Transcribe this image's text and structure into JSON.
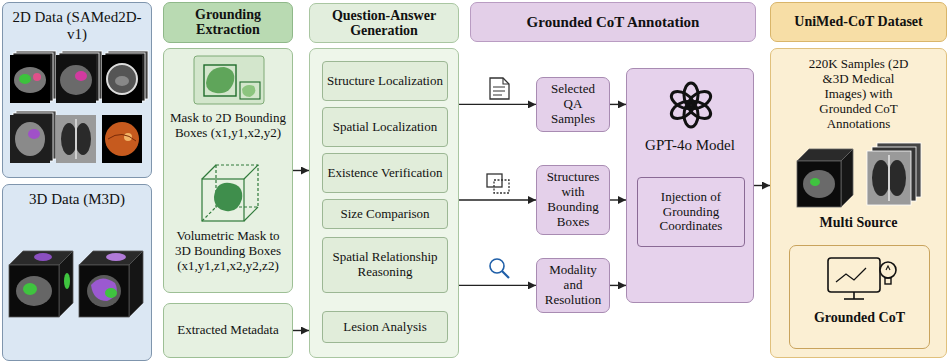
{
  "diagram": {
    "nodes": [
      {
        "text": [
          "2D Data (SAMed2D-v1)"
        ]
      },
      {
        "text": [
          "3D Data (M3D)"
        ]
      },
      {
        "text": [
          "Grounding Extraction"
        ]
      },
      {
        "text": [
          "Mask to 2D Bounding Boxes (x1,y1,x2,y2)",
          "Volumetric Mask to 3D Bounding Boxes (x1,y1,z1,x2,y2,z2)"
        ]
      },
      {
        "text": [
          "Extracted Metadata"
        ]
      },
      {
        "text": [
          "Question-Answer Generation"
        ]
      },
      {
        "text": [
          "Structure Localization"
        ],
        "in": 5
      },
      {
        "text": [
          "Spatial Localization"
        ],
        "in": 5
      },
      {
        "text": [
          "Existence Verification"
        ],
        "in": 5
      },
      {
        "text": [
          "Size Comparison"
        ],
        "in": 5
      },
      {
        "text": [
          "Spatial Relationship Reasoning"
        ],
        "in": 5
      },
      {
        "text": [
          "Lesion Analysis"
        ],
        "in": 5
      },
      {
        "text": [
          "Grounded CoT Annotation"
        ]
      },
      {
        "text": [
          "Selected QA Samples"
        ]
      },
      {
        "text": [
          "Structures with Bounding Boxes"
        ]
      },
      {
        "text": [
          "Modality and Resolution"
        ]
      },
      {
        "text": [
          "GPT-4o Model"
        ]
      },
      {
        "text": [
          "Injection of Grounding Coordinates"
        ],
        "in": 16
      },
      {
        "text": [
          "UniMed-CoT Dataset"
        ]
      },
      {
        "text": [
          "220K Samples (2D &3D Medical Images) with Grounded CoT Annotations",
          "Multi Source"
        ]
      },
      {
        "text": [
          "Grounded CoT"
        ],
        "in": 19
      }
    ],
    "edges": [
      {
        "from": 3,
        "to": 5,
        "arrow": "to"
      },
      {
        "from": 4,
        "to": 5,
        "arrow": "to"
      },
      {
        "from": 5,
        "to": 13,
        "arrow": "to"
      },
      {
        "from": 5,
        "to": 14,
        "arrow": "to"
      },
      {
        "from": 5,
        "to": 15,
        "arrow": "to"
      },
      {
        "from": 13,
        "to": 16,
        "arrow": "to"
      },
      {
        "from": 14,
        "to": 16,
        "arrow": "to"
      },
      {
        "from": 15,
        "to": 16,
        "arrow": "to"
      },
      {
        "from": 16,
        "to": 19,
        "arrow": "to"
      }
    ]
  }
}
